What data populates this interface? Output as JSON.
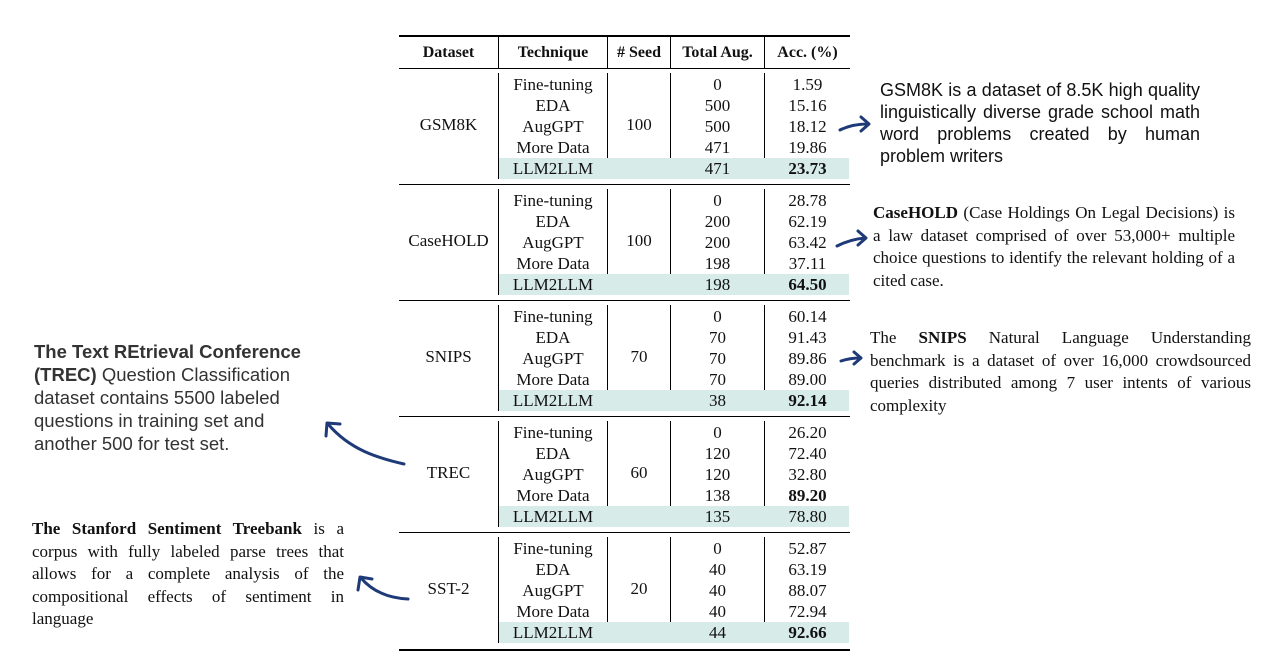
{
  "table": {
    "headers": {
      "dataset": "Dataset",
      "technique": "Technique",
      "seed": "# Seed",
      "total": "Total Aug.",
      "acc": "Acc. (%)"
    },
    "groups": [
      {
        "dataset": "GSM8K",
        "seed": "100",
        "rows": [
          {
            "technique": "Fine-tuning",
            "total": "0",
            "acc": "1.59"
          },
          {
            "technique": "EDA",
            "total": "500",
            "acc": "15.16"
          },
          {
            "technique": "AugGPT",
            "total": "500",
            "acc": "18.12"
          },
          {
            "technique": "More Data",
            "total": "471",
            "acc": "19.86"
          },
          {
            "technique": "LLM2LLM",
            "total": "471",
            "acc": "23.73"
          }
        ]
      },
      {
        "dataset": "CaseHOLD",
        "seed": "100",
        "rows": [
          {
            "technique": "Fine-tuning",
            "total": "0",
            "acc": "28.78"
          },
          {
            "technique": "EDA",
            "total": "200",
            "acc": "62.19"
          },
          {
            "technique": "AugGPT",
            "total": "200",
            "acc": "63.42"
          },
          {
            "technique": "More Data",
            "total": "198",
            "acc": "37.11"
          },
          {
            "technique": "LLM2LLM",
            "total": "198",
            "acc": "64.50"
          }
        ]
      },
      {
        "dataset": "SNIPS",
        "seed": "70",
        "rows": [
          {
            "technique": "Fine-tuning",
            "total": "0",
            "acc": "60.14"
          },
          {
            "technique": "EDA",
            "total": "70",
            "acc": "91.43"
          },
          {
            "technique": "AugGPT",
            "total": "70",
            "acc": "89.86"
          },
          {
            "technique": "More Data",
            "total": "70",
            "acc": "89.00"
          },
          {
            "technique": "LLM2LLM",
            "total": "38",
            "acc": "92.14"
          }
        ]
      },
      {
        "dataset": "TREC",
        "seed": "60",
        "rows": [
          {
            "technique": "Fine-tuning",
            "total": "0",
            "acc": "26.20"
          },
          {
            "technique": "EDA",
            "total": "120",
            "acc": "72.40"
          },
          {
            "technique": "AugGPT",
            "total": "120",
            "acc": "32.80"
          },
          {
            "technique": "More Data",
            "total": "138",
            "acc": "89.20"
          },
          {
            "technique": "LLM2LLM",
            "total": "135",
            "acc": "78.80"
          }
        ]
      },
      {
        "dataset": "SST-2",
        "seed": "20",
        "rows": [
          {
            "technique": "Fine-tuning",
            "total": "0",
            "acc": "52.87"
          },
          {
            "technique": "EDA",
            "total": "40",
            "acc": "63.19"
          },
          {
            "technique": "AugGPT",
            "total": "40",
            "acc": "88.07"
          },
          {
            "technique": "More Data",
            "total": "40",
            "acc": "72.94"
          },
          {
            "technique": "LLM2LLM",
            "total": "44",
            "acc": "92.66"
          }
        ]
      }
    ]
  },
  "annotations": {
    "gsm8k": "GSM8K is a dataset of 8.5K high quality linguistically diverse grade school math word problems created by human problem writers",
    "casehold_name": "CaseHOLD",
    "casehold_rest": " (Case Holdings On Legal Decisions) is a law dataset comprised of over 53,000+ multiple choice questions to identify the relevant holding of a cited case.",
    "snips_prefix": "The ",
    "snips_name": "SNIPS",
    "snips_rest": " Natural Language Understanding benchmark is a dataset of over 16,000 crowdsourced queries distributed among 7 user intents of various complexity",
    "trec_name": "The Text REtrieval Conference (TREC)",
    "trec_rest": " Question Classification dataset contains 5500 labeled questions in training set and another 500 for test set.",
    "sst_name": "The Stanford Sentiment Treebank",
    "sst_rest": " is a corpus with fully labeled parse trees that allows for a complete analysis of the compositional effects of sentiment in language"
  },
  "colors": {
    "highlight": "#d7ebe8",
    "arrow": "#1f3a78"
  }
}
